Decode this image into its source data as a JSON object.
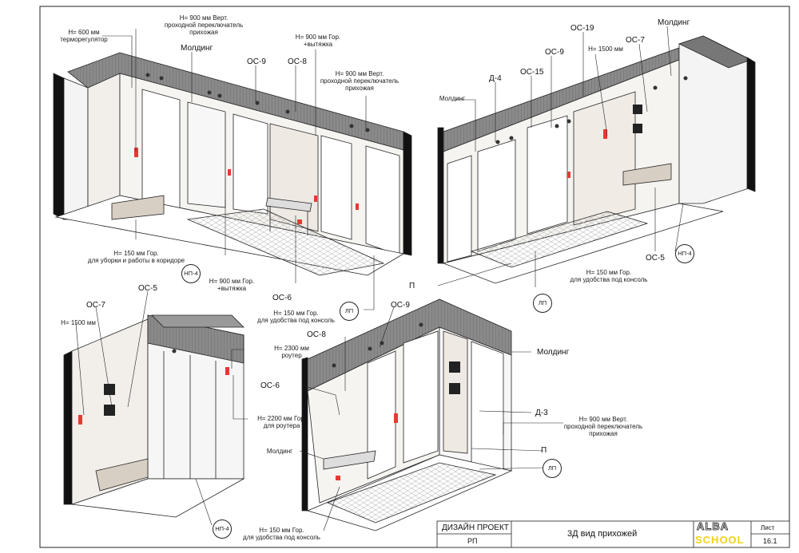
{
  "view1": {
    "h600_1": "H= 600 мм",
    "h600_2": "терморегулятор",
    "h900v_1": "H= 900 мм Верт.",
    "h900v_2": "проходной переключатель",
    "h900v_3": "прихожая",
    "molding": "Молдинг",
    "os9": "ОС-9",
    "os8": "ОС-8",
    "h900g_1": "H= 900 мм Гор.",
    "h900g_2": "+вытяжка",
    "h900v2_1": "H= 900 мм Верт.",
    "h900v2_2": "проходной переключатель",
    "h900v2_3": "прихожая",
    "h150_1": "H= 150 мм Гор.",
    "h150_2": "для уборки и работы в коридоре",
    "np4": "НП-4",
    "h900gb_1": "H= 900 мм Гор.",
    "h900gb_2": "+вытяжка",
    "os6": "ОС-6",
    "h150c_1": "H= 150 мм Гор.",
    "h150c_2": "для удобства под консоль",
    "lp": "ЛП"
  },
  "view2": {
    "os19": "ОС-19",
    "molding_top": "Молдинг",
    "os7": "ОС-7",
    "os9": "ОС-9",
    "h1500": "H= 1500 мм",
    "os15": "ОС-15",
    "d4": "Д-4",
    "molding_left": "Молдинг",
    "os5": "ОС-5",
    "np4": "НП-4",
    "p": "П",
    "h150_1": "H= 150 мм Гор.",
    "h150_2": "для удобства под консоль",
    "lp": "ЛП"
  },
  "view3": {
    "os7": "ОС-7",
    "os5": "ОС-5",
    "h1500": "H= 1500 мм",
    "h2300_1": "H= 2300 мм",
    "h2300_2": "роутер",
    "h2200_1": "H= 2200 мм Гор.",
    "h2200_2": "для роутера",
    "np4": "НП-4"
  },
  "view4": {
    "os9": "ОС-9",
    "os8": "ОС-8",
    "os6": "ОС-6",
    "molding_r": "Молдинг",
    "d3": "Д-3",
    "h900v_1": "H= 900 мм Верт.",
    "h900v_2": "проходной переключатель",
    "h900v_3": "прихожая",
    "p": "П",
    "lp": "ЛП",
    "molding_l": "Молдинг",
    "h150_1": "H= 150 мм Гор.",
    "h150_2": "для удобства под консоль"
  },
  "title_block": {
    "project": "ДИЗАЙН ПРОЕКТ",
    "stage": "РП",
    "title": "3Д вид прихожей",
    "logo_top": "ALBA",
    "logo_bottom": "SCHOOL",
    "sheet_label": "Лист",
    "sheet_no": "16.1"
  },
  "colors": {
    "line": "#222222",
    "wall": "#f2efea",
    "molding": "#8c8c8c",
    "accent_red": "#e53935",
    "floor": "#ffffff",
    "logo_yellow": "#f2d21b"
  }
}
